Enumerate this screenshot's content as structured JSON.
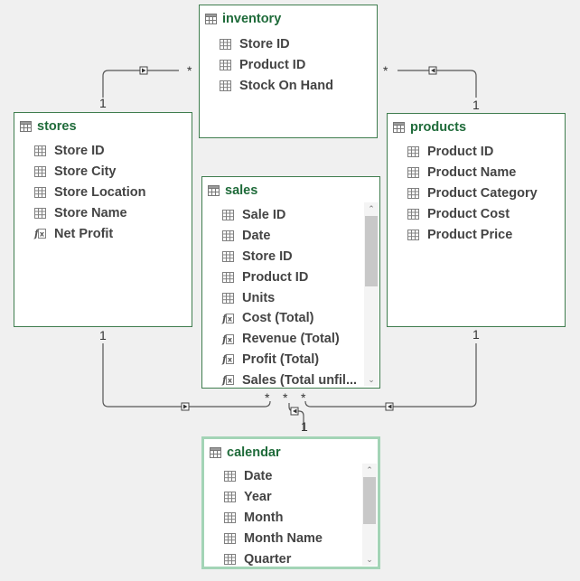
{
  "tables": {
    "inventory": {
      "title": "inventory",
      "fields": [
        {
          "name": "Store ID",
          "type": "column"
        },
        {
          "name": "Product ID",
          "type": "column"
        },
        {
          "name": "Stock On Hand",
          "type": "column"
        }
      ]
    },
    "stores": {
      "title": "stores",
      "fields": [
        {
          "name": "Store ID",
          "type": "column"
        },
        {
          "name": "Store City",
          "type": "column"
        },
        {
          "name": "Store Location",
          "type": "column"
        },
        {
          "name": "Store Name",
          "type": "column"
        },
        {
          "name": "Net Profit",
          "type": "measure"
        }
      ]
    },
    "products": {
      "title": "products",
      "fields": [
        {
          "name": "Product ID",
          "type": "column"
        },
        {
          "name": "Product Name",
          "type": "column"
        },
        {
          "name": "Product Category",
          "type": "column"
        },
        {
          "name": "Product Cost",
          "type": "column"
        },
        {
          "name": "Product Price",
          "type": "column"
        }
      ]
    },
    "sales": {
      "title": "sales",
      "fields": [
        {
          "name": "Sale ID",
          "type": "column"
        },
        {
          "name": "Date",
          "type": "column"
        },
        {
          "name": "Store ID",
          "type": "column"
        },
        {
          "name": "Product ID",
          "type": "column"
        },
        {
          "name": "Units",
          "type": "column"
        },
        {
          "name": "Cost (Total)",
          "type": "measure"
        },
        {
          "name": "Revenue (Total)",
          "type": "measure"
        },
        {
          "name": "Profit (Total)",
          "type": "measure"
        },
        {
          "name": "Sales (Total unfil...",
          "type": "measure"
        }
      ]
    },
    "calendar": {
      "title": "calendar",
      "fields": [
        {
          "name": "Date",
          "type": "column"
        },
        {
          "name": "Year",
          "type": "column"
        },
        {
          "name": "Month",
          "type": "column"
        },
        {
          "name": "Month Name",
          "type": "column"
        },
        {
          "name": "Quarter",
          "type": "column"
        }
      ]
    }
  },
  "cardinality": {
    "stores_inventory_one": "1",
    "stores_inventory_many": "*",
    "products_inventory_one": "1",
    "products_inventory_many": "*",
    "stores_sales_one": "1",
    "stores_sales_many": "*",
    "calendar_sales_many": "*",
    "calendar_sales_one": "1",
    "products_sales_many": "*",
    "products_sales_one": "1"
  },
  "icons": {
    "column": "table-column-icon",
    "measure": "fx-measure-icon",
    "table": "table-icon"
  },
  "colors": {
    "border": "#3f7d4e",
    "title": "#1f6b3a",
    "selected_border": "#a3d4b6",
    "connector": "#555555"
  }
}
